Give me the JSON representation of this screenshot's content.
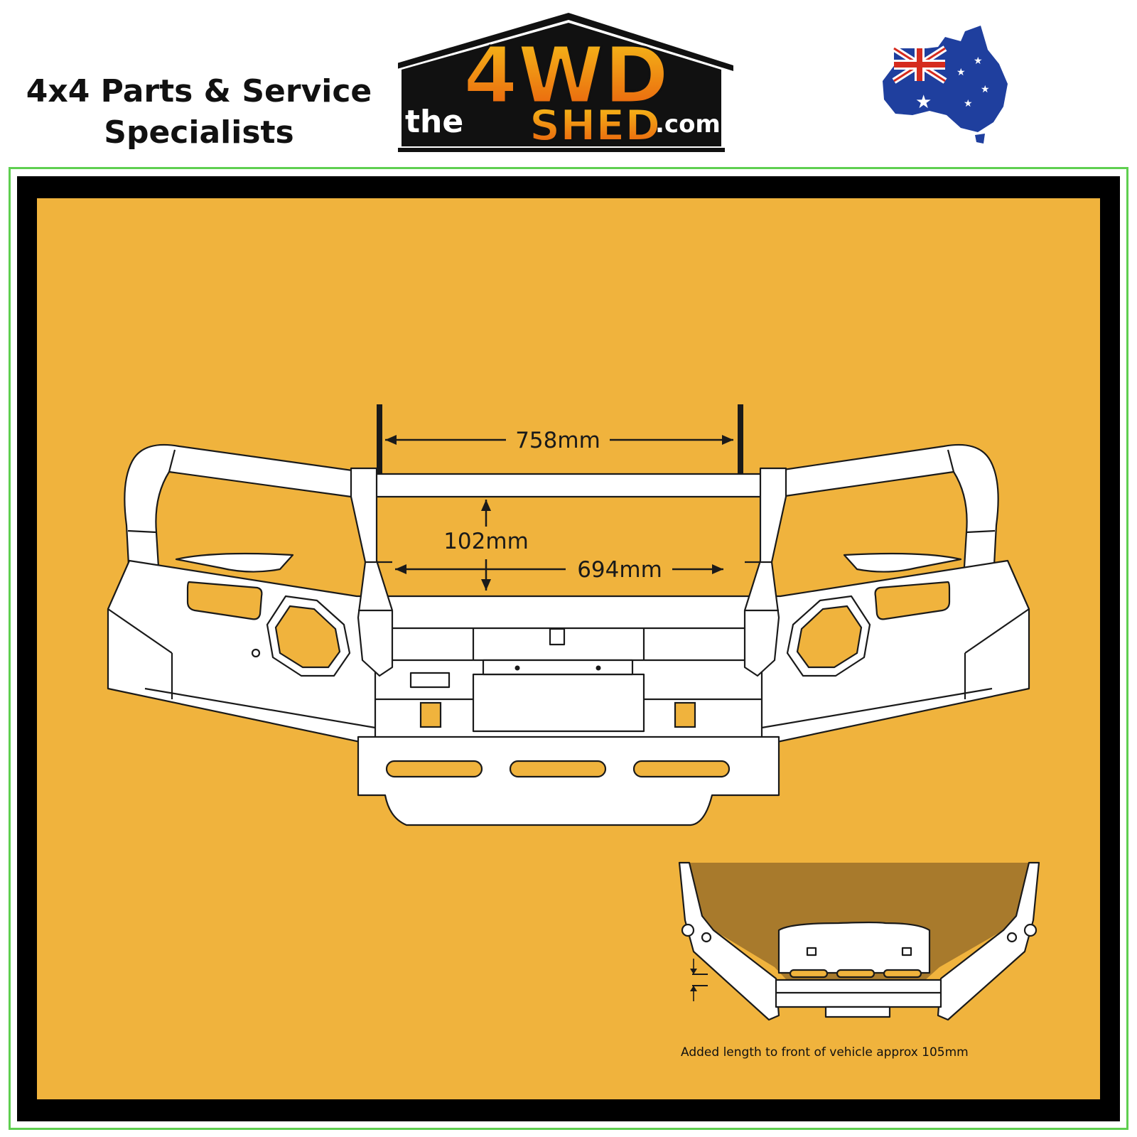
{
  "header": {
    "tagline_line1": "4x4 Parts & Service",
    "tagline_line2": "Specialists",
    "logo": {
      "prefix": "the",
      "main": "4WD",
      "sub": "SHED",
      "suffix": ".com"
    }
  },
  "diagram": {
    "dimensions": {
      "width_top": "758mm",
      "width_bottom": "694mm",
      "height": "102mm"
    },
    "inset_note": "Added length to front of vehicle approx 105mm"
  },
  "colors": {
    "panel": "#f0b33d",
    "frame": "#000000",
    "border": "#5fcf50",
    "logo_orange": "#f39c12",
    "flag_blue": "#1f3f9e",
    "flag_red": "#d52b1e"
  }
}
